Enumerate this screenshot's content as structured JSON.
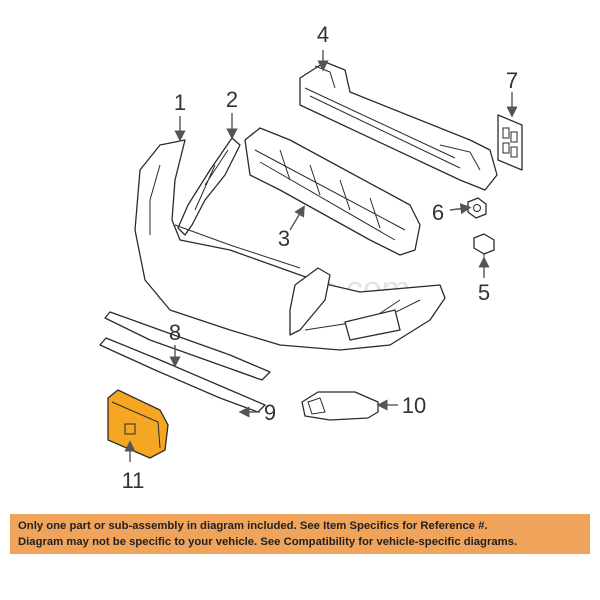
{
  "callouts": {
    "c1": "1",
    "c2": "2",
    "c3": "3",
    "c4": "4",
    "c5": "5",
    "c6": "6",
    "c7": "7",
    "c8": "8",
    "c9": "9",
    "c10": "10",
    "c11": "11"
  },
  "watermark": "Partomotive.com",
  "disclaimer": {
    "line1": "Only one part or sub-assembly in diagram included. See Item Specifics for Reference #.",
    "line2": "Diagram may not be specific to your vehicle. See Compatibility for vehicle-specific diagrams."
  },
  "colors": {
    "highlight": "#f5a623",
    "banner": "#f0a35a"
  }
}
